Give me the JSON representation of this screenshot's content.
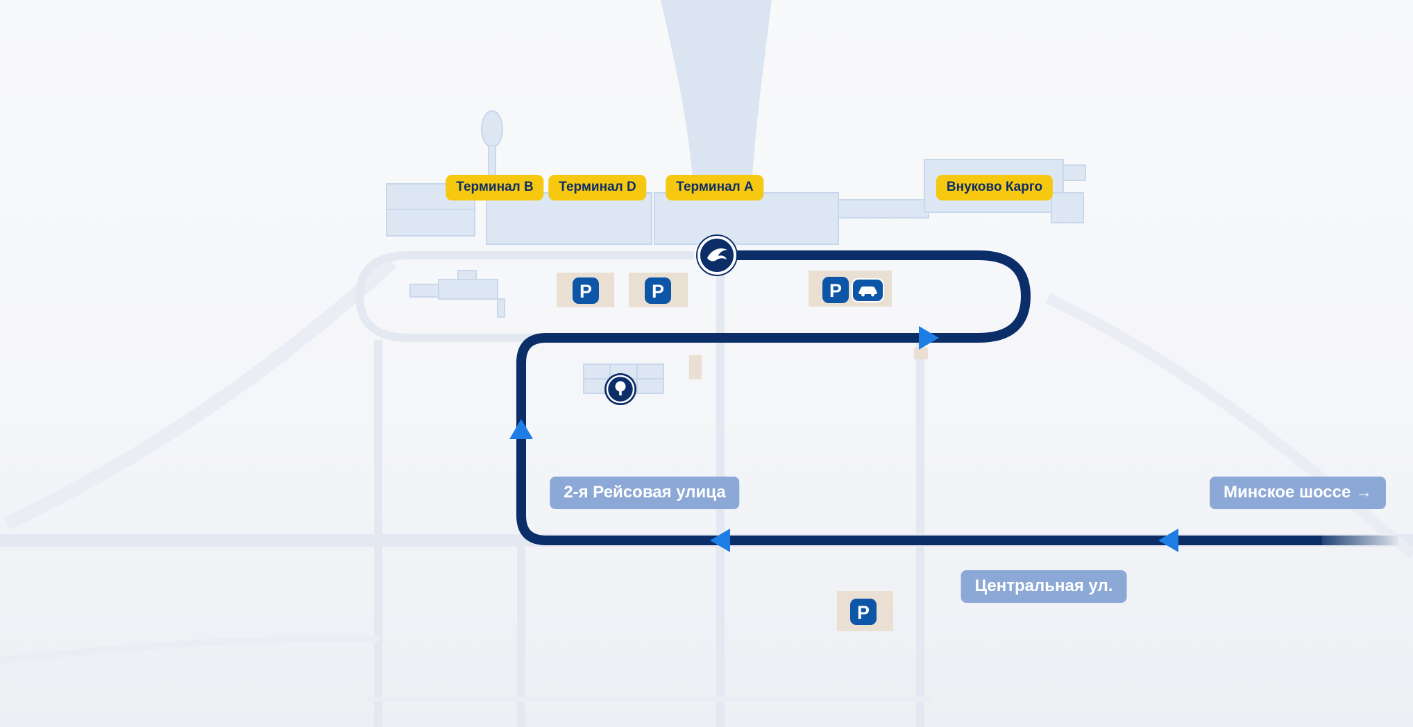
{
  "map_labels": {
    "terminals": [
      {
        "id": "terminal-b",
        "label": "Терминал B"
      },
      {
        "id": "terminal-d",
        "label": "Терминал D"
      },
      {
        "id": "terminal-a",
        "label": "Терминал A"
      },
      {
        "id": "cargo",
        "label": "Внуково Карго"
      }
    ],
    "streets": [
      {
        "id": "reysovaya",
        "label": "2-я Рейсовая улица"
      },
      {
        "id": "minskoe",
        "label": "Минское шоссе →"
      },
      {
        "id": "central",
        "label": "Центральная ул."
      }
    ]
  },
  "icons": {
    "parking_letter": "P",
    "airport_logo": "vnukovo-bird-logo",
    "station_logo": "tree-logo",
    "car_parking": "parking-with-car"
  },
  "colors": {
    "route_navy": "#0b2d68",
    "badge_yellow": "#f6c80f",
    "badge_yellow_text": "#0b2d68",
    "badge_blue": "#8ca8d6",
    "parking_blue": "#0d55a6",
    "arrow_blue": "#1e7de4"
  }
}
